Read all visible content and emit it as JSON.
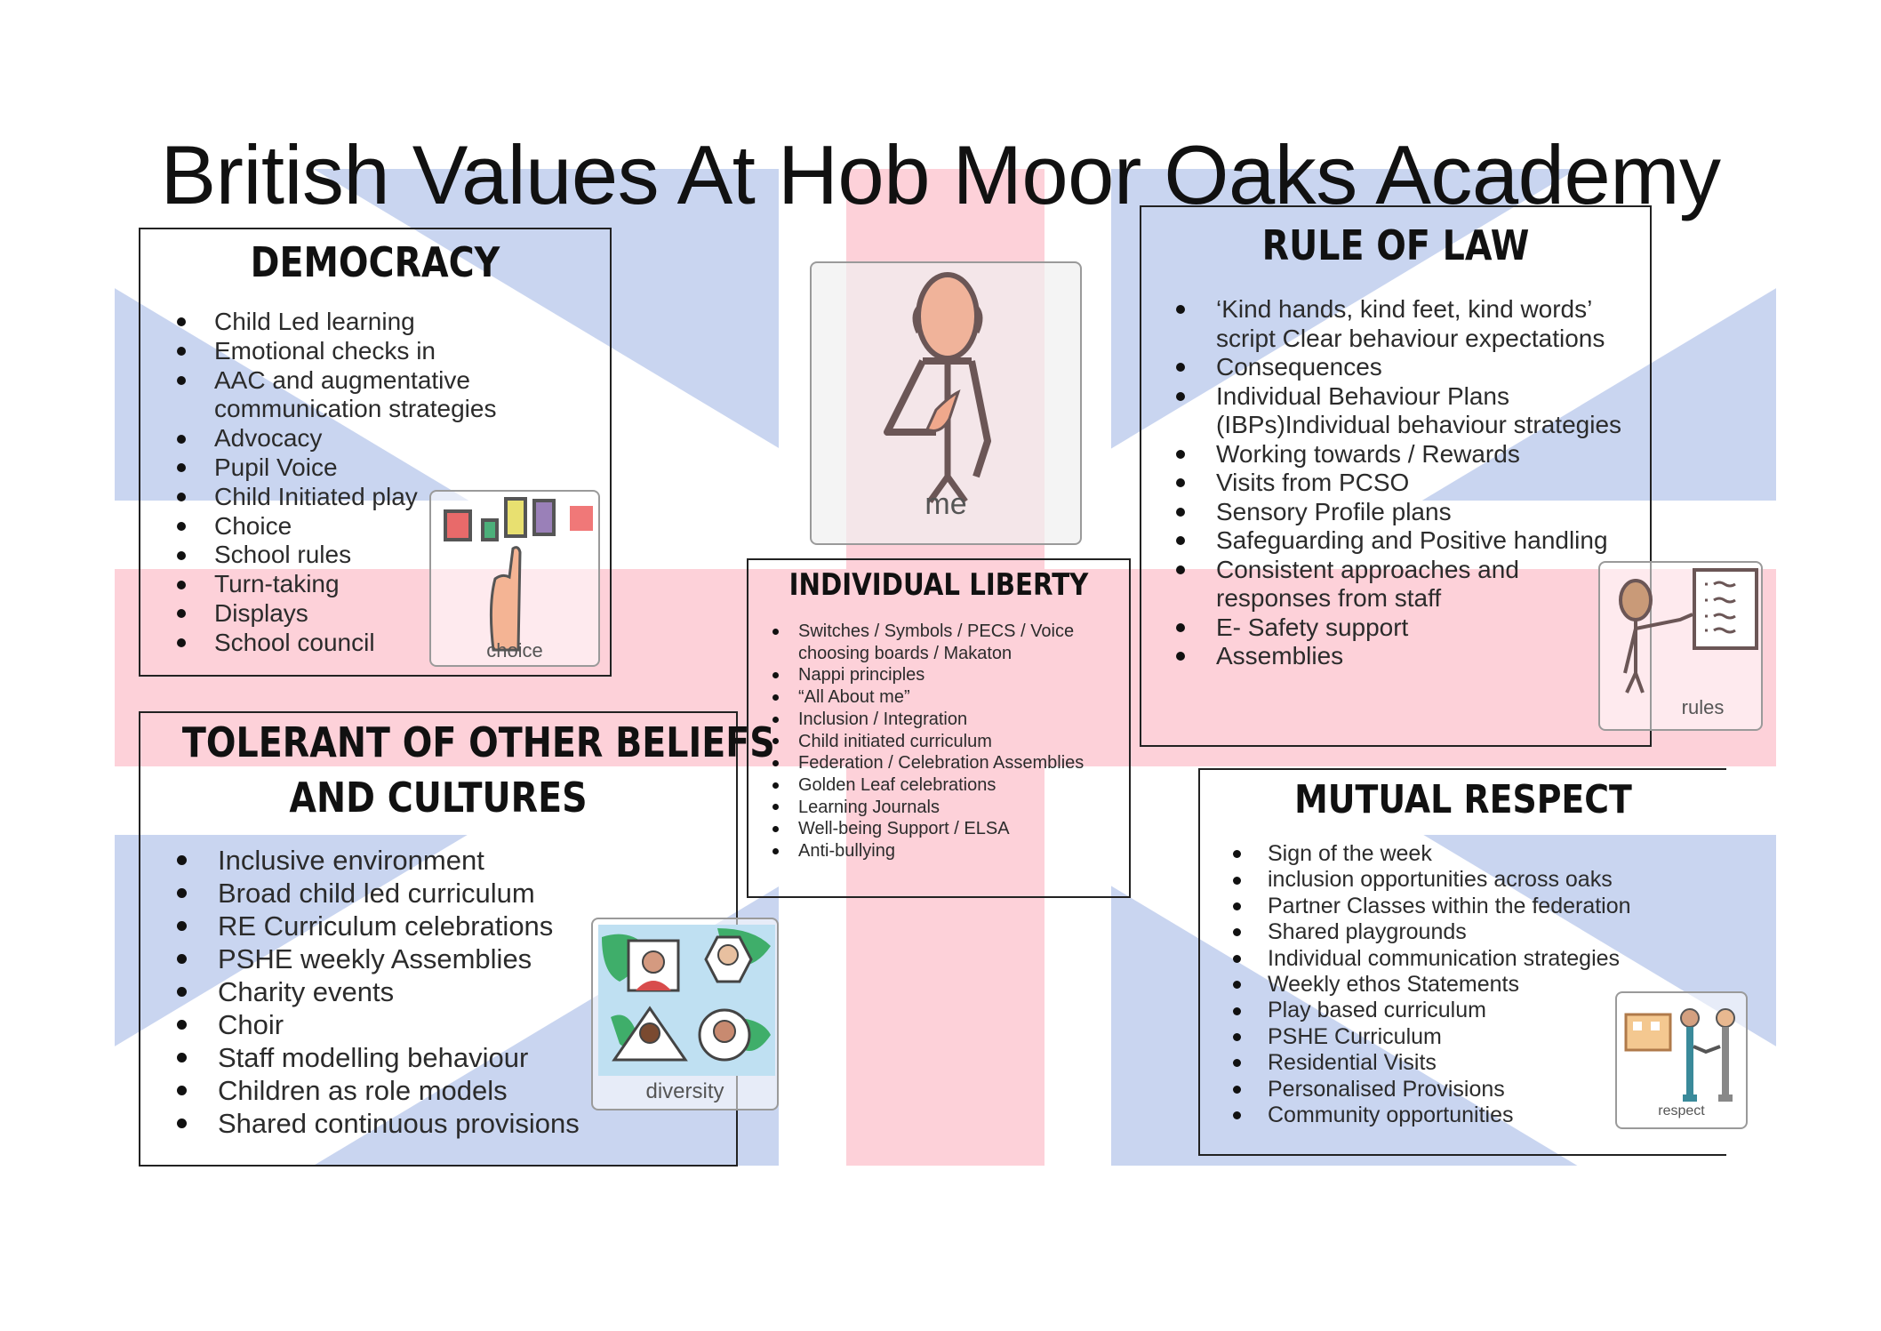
{
  "title": "British Values At Hob Moor Oaks Academy",
  "colors": {
    "flag_blue": "#c9d5f0",
    "flag_red": "#fdd1d9",
    "text": "#2b2b2b"
  },
  "democracy": {
    "heading": "DEMOCRACY",
    "items": [
      "Child Led learning",
      "Emotional checks in",
      "AAC and augmentative",
      "communication strategies",
      "Advocacy",
      "Pupil Voice",
      "Child Initiated play",
      "Choice",
      "School rules",
      "Turn-taking",
      "Displays",
      "School council"
    ],
    "bullets": [
      true,
      true,
      true,
      false,
      true,
      true,
      true,
      true,
      true,
      true,
      true,
      true
    ]
  },
  "tolerance": {
    "heading_line1": "TOLERANT OF OTHER BELIEFS",
    "heading_line2": "AND CULTURES",
    "items": [
      "Inclusive environment",
      "Broad child led curriculum",
      "RE Curriculum celebrations",
      "PSHE weekly Assemblies",
      "Charity events",
      "Choir",
      "Staff modelling behaviour",
      "Children as role models",
      "Shared continuous provisions"
    ]
  },
  "liberty": {
    "heading": "INDIVIDUAL LIBERTY",
    "items": [
      "Switches / Symbols / PECS / Voice",
      "choosing boards / Makaton",
      "Nappi principles",
      "“All About me”",
      "Inclusion / Integration",
      "Child initiated curriculum",
      "Federation / Celebration Assemblies",
      "Golden Leaf celebrations",
      "Learning Journals",
      "Well-being Support / ELSA",
      "Anti-bullying"
    ],
    "bullets": [
      true,
      false,
      true,
      true,
      true,
      true,
      true,
      true,
      true,
      true,
      true
    ]
  },
  "rule_of_law": {
    "heading": "RULE OF LAW",
    "items": [
      "‘Kind hands, kind feet, kind words’",
      "script Clear behaviour expectations",
      "Consequences",
      "Individual Behaviour Plans",
      "(IBPs)Individual behaviour strategies",
      "Working towards / Rewards",
      "Visits from PCSO",
      "Sensory Profile plans",
      "Safeguarding and Positive handling",
      "Consistent approaches and",
      "responses from staff",
      "E- Safety support",
      "Assemblies"
    ],
    "bullets": [
      true,
      false,
      true,
      true,
      false,
      true,
      true,
      true,
      true,
      true,
      false,
      true,
      true
    ]
  },
  "mutual_respect": {
    "heading": "MUTUAL RESPECT",
    "items": [
      "Sign of the week",
      "inclusion opportunities across oaks",
      "Partner Classes within the federation",
      "Shared playgrounds",
      "Individual communication strategies",
      "Weekly ethos Statements",
      "Play based curriculum",
      "PSHE Curriculum",
      "Residential Visits",
      "Personalised Provisions",
      "Community opportunities"
    ]
  },
  "symbols": {
    "me": {
      "caption": "me",
      "icon": "person-pointing-self-icon"
    },
    "choice": {
      "caption": "choice",
      "icon": "finger-choosing-icon"
    },
    "diversity": {
      "caption": "diversity",
      "icon": "world-people-icon"
    },
    "rules": {
      "caption": "rules",
      "icon": "person-pointing-rules-icon"
    },
    "respect": {
      "caption": "respect",
      "icon": "handshake-icon"
    }
  }
}
